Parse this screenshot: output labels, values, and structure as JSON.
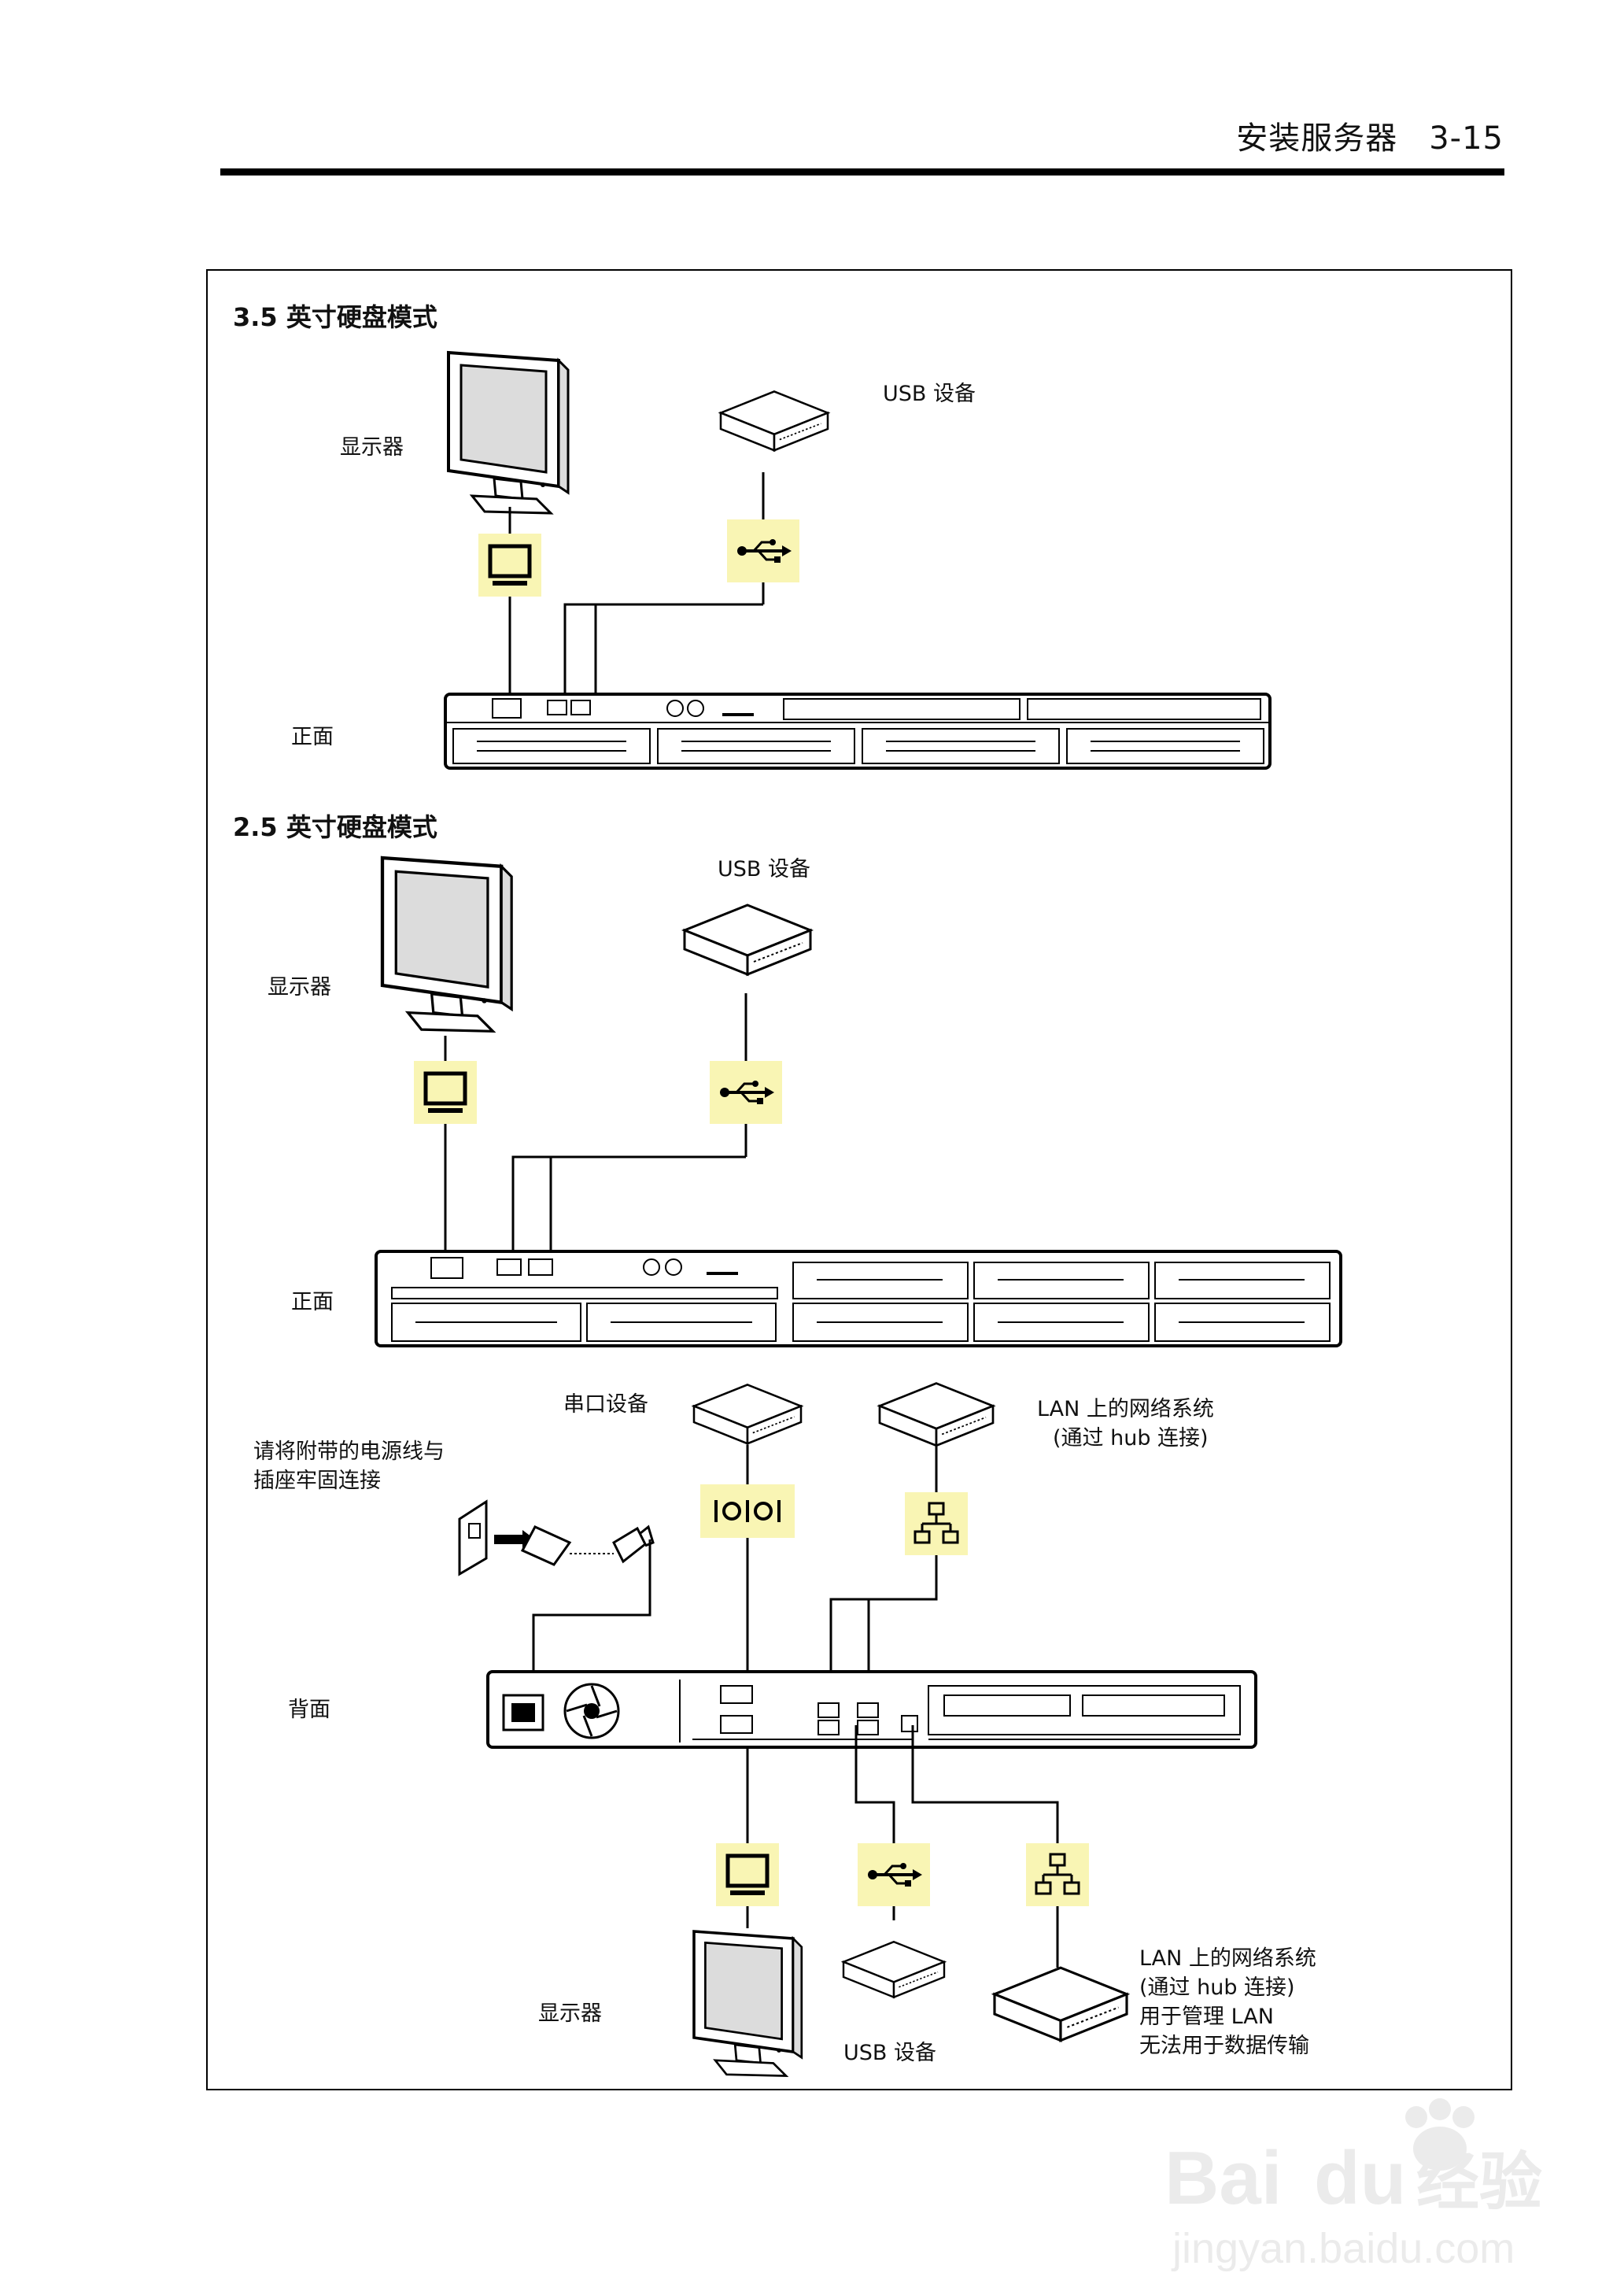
{
  "header": {
    "title": "安装服务器",
    "page": "3-15"
  },
  "section_35": {
    "title": "3.5 英寸硬盘模式",
    "monitor": "显示器",
    "usb": "USB 设备",
    "front": "正面"
  },
  "section_25": {
    "title": "2.5 英寸硬盘模式",
    "monitor": "显示器",
    "usb": "USB 设备",
    "front": "正面",
    "serial": "串口设备",
    "lan_top": [
      "LAN 上的网络系统",
      "(通过 hub 连接)"
    ],
    "power_note": [
      "请将附带的电源线与",
      "插座牢固连接"
    ],
    "rear": "背面",
    "rear_monitor": "显示器",
    "rear_usb": "USB 设备",
    "lan_mgmt": [
      "LAN 上的网络系统",
      "(通过 hub 连接)",
      "用于管理 LAN",
      "无法用于数据传输"
    ]
  },
  "icons": {
    "monitor_port": "monitor-icon",
    "usb_port": "usb-icon",
    "serial_port": "serial-port-icon",
    "lan_port": "network-icon"
  },
  "colors": {
    "icon_bg": "#f9f5b4",
    "line": "#000000"
  },
  "watermark": {
    "brand": "Bai du 经验",
    "url": "jingyan.baidu.com"
  }
}
